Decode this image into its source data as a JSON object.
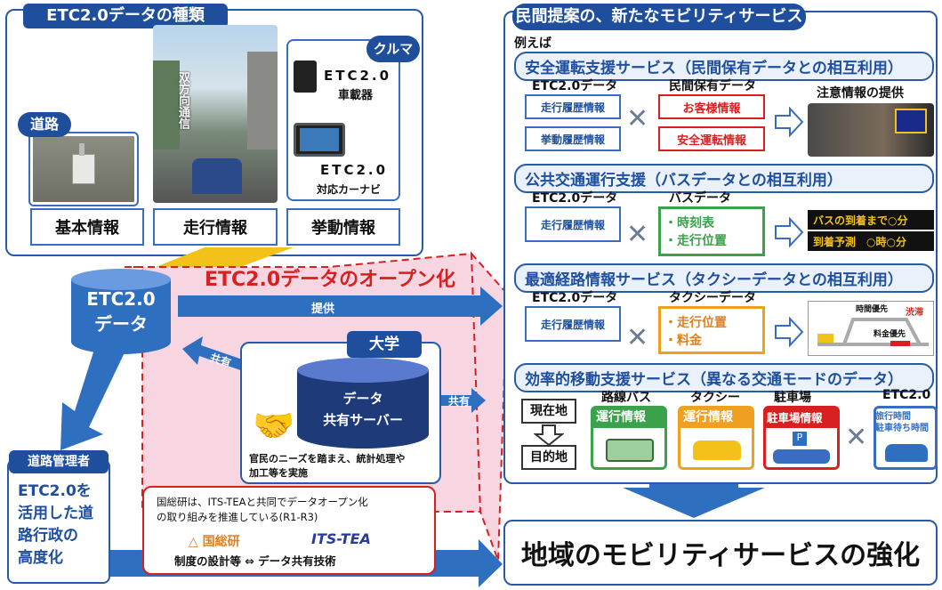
{
  "left": {
    "types_title": "ETC2.0データの種類",
    "road_tag": "道路",
    "car_tag": "クルマ",
    "bidir_label": "双方向通信",
    "onboard_title": "ETC2.0",
    "onboard_sub": "車載器",
    "navi_title": "ETC2.0",
    "navi_sub": "対応カーナビ",
    "info_boxes": [
      "基本情報",
      "走行情報",
      "挙動情報"
    ],
    "etc_data": "ETC2.0\nデータ",
    "open_title": "ETC2.0データのオープン化",
    "teikyo": "提供",
    "kyoyu_left": "共有",
    "kyoyu_right": "共有",
    "univ": "大学",
    "server": "データ\n共有サーバー",
    "server_desc": "官民のニーズを踏まえ、統計処理や\n加工等を実施",
    "admin_tag": "道路管理者",
    "admin_text": "ETC2.0を\n活用した道\n路行政の\n高度化",
    "nilim_text": "国総研は、ITS-TEAと共同でデータオープン化\nの取り組みを推進している(R1-R3)",
    "nilim_logo": "△ 国総研",
    "itstea_logo": "ITS-TEA",
    "nilim_bottom": "制度の設計等 ⇔ データ共有技術"
  },
  "right": {
    "title": "民間提案の、新たなモビリティサービス",
    "example": "例えば",
    "s1": {
      "title": "安全運転支援サービス（民間保有データとの相互利用）",
      "col1": "ETC2.0データ",
      "col2": "民間保有データ",
      "col3": "注意情報の提供",
      "a": "走行履歴情報",
      "b": "挙動履歴情報",
      "c": "お客様情報",
      "d": "安全運転情報"
    },
    "s2": {
      "title": "公共交通運行支援（バスデータとの相互利用）",
      "col1": "ETC2.0データ",
      "col2": "バスデータ",
      "a": "走行履歴情報",
      "b": "・時刻表\n・走行位置",
      "out1": "バスの到着まで○分",
      "out2": "到着予測　○時○分"
    },
    "s3": {
      "title": "最適経路情報サービス（タクシーデータとの相互利用）",
      "col1": "ETC2.0データ",
      "col2": "タクシーデータ",
      "a": "走行履歴情報",
      "b": "・走行位置\n・料金",
      "r1": "時間優先",
      "r2": "料金優先",
      "jam": "渋滞"
    },
    "s4": {
      "title": "効率的移動支援サービス（異なる交通モードのデータ）",
      "now": "現在地",
      "dest": "目的地",
      "bus_h": "路線バス",
      "taxi_h": "タクシー",
      "park_h": "駐車場",
      "etc_h": "ETC2.0",
      "bus_t": "運行情報",
      "taxi_t": "運行情報",
      "park_t": "駐車場情報",
      "etc_t": "旅行時間\n駐車待ち時間"
    },
    "result": "地域のモビリティサービスの強化"
  },
  "mult_sign": "✕",
  "colors": {
    "blue": "#1f4f9c",
    "red": "#d82020",
    "green": "#3aa24a",
    "orange": "#f0a020",
    "pink": "#f7d6e2"
  }
}
